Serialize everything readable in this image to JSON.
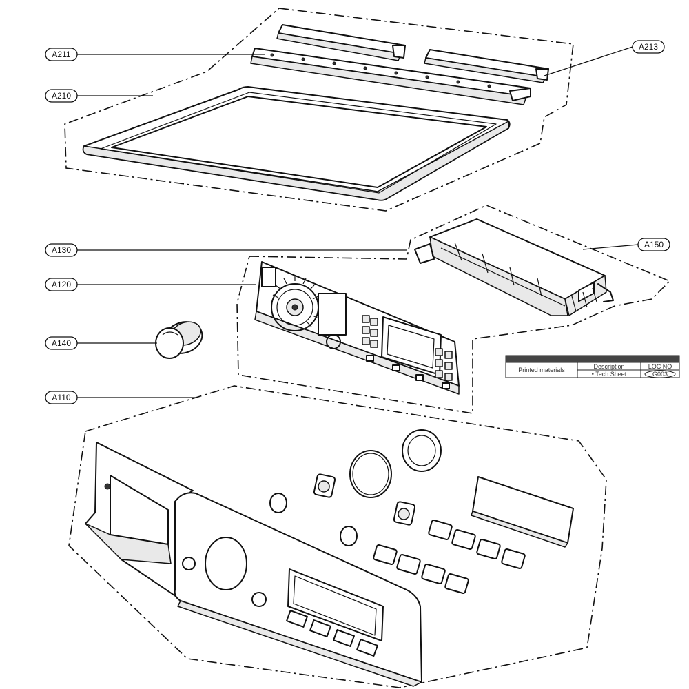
{
  "callouts": [
    {
      "id": "A211",
      "label": "A211"
    },
    {
      "id": "A213",
      "label": "A213"
    },
    {
      "id": "A210",
      "label": "A210"
    },
    {
      "id": "A130",
      "label": "A130"
    },
    {
      "id": "A150",
      "label": "A150"
    },
    {
      "id": "A120",
      "label": "A120"
    },
    {
      "id": "A140",
      "label": "A140"
    },
    {
      "id": "A110",
      "label": "A110"
    }
  ],
  "printed_materials_table": {
    "row_label": "Printed materials",
    "col_description": "Description",
    "col_loc_no": "LOC NO",
    "item_description": "• Tech Sheet",
    "item_loc_no": "G003"
  }
}
